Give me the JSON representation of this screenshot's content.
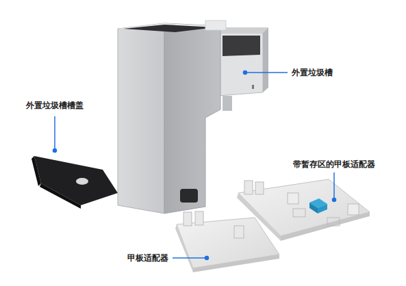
{
  "diagram": {
    "labels": [
      "外置垃圾槽",
      "外置垃圾槽槽盖",
      "带暂存区的甲板适配器",
      "甲板适配器"
    ]
  }
}
